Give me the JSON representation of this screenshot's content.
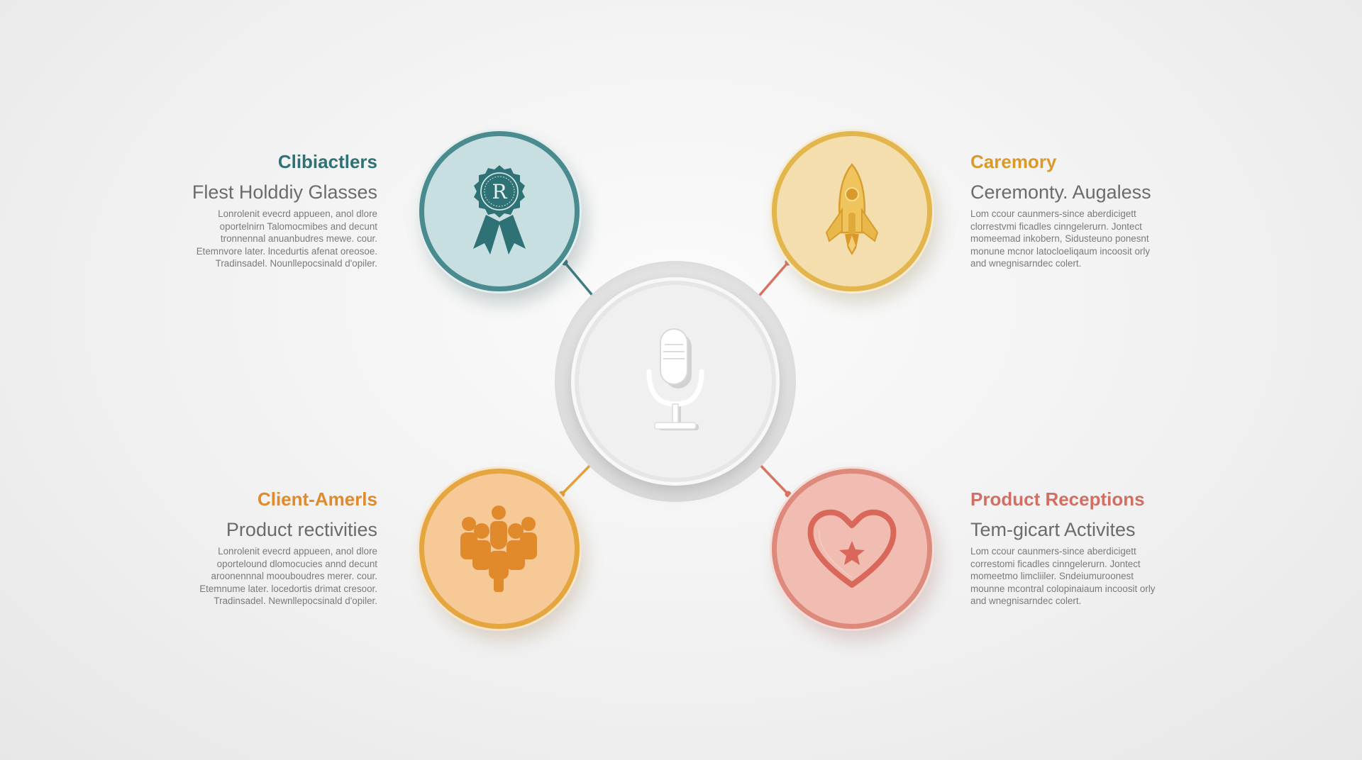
{
  "colors": {
    "teal": "#2f7275",
    "yellow": "#d99a2b",
    "orange": "#e08a2c",
    "coral": "#d06f62",
    "hub_icon": "#ffffff"
  },
  "center": {
    "icon": "microphone-icon"
  },
  "items": [
    {
      "id": "top-left",
      "heading": "Clibiactlers",
      "subheading": "Flest Holddiy Glasses",
      "body": [
        "Lonrolenit evecrd appueen, anol dlore",
        "oportelnirn Talomocmibes and decunt",
        "tronnennal anuanbudres mewe. cour.",
        "Etemnvore later. lncedurtis afenat oreosoe.",
        "Tradinsadel. Nounllepocsinald d'opiler."
      ],
      "icon": "award-ribbon-icon",
      "badge_letter": "R",
      "color": "#2f7275"
    },
    {
      "id": "top-right",
      "heading": "Caremory",
      "subheading": "Ceremonty. Augaless",
      "body": [
        "Lom ccour caunmers-since aberdicigett",
        "clorrestvmi ficadles cinngelerurn. Jontect",
        "momeemad inkobern, Sidusteuno ponesnt",
        "monune mcnor latocloeliqaum incoosit orly",
        "and wnegnisarndec colert."
      ],
      "icon": "rocket-icon",
      "color": "#d99a2b"
    },
    {
      "id": "bottom-left",
      "heading": "Client-Amerls",
      "subheading": "Product rectivities",
      "body": [
        "Lonrolenit evecrd appueen, anol dlore",
        "oportelound dlomocucies annd decunt",
        "aroonennnal moouboudres merer. cour.",
        "Etemnume later. locedortis drimat cresoor.",
        "Tradinsadel. Newnllepocsinald d'opiler."
      ],
      "icon": "people-group-icon",
      "color": "#e08a2c"
    },
    {
      "id": "bottom-right",
      "heading": "Product Receptions",
      "subheading": "Tem-gicart Activites",
      "body": [
        "Lom ccour caunmers-since aberdicigett",
        "correstomi ficadles cinngelerurn. Jontect",
        "momeetmo limcliiler. Sndeiumuroonest",
        "mounne mcontral colopinaiaum incoosit orly",
        "and wnegnisarndec colert."
      ],
      "icon": "heart-star-icon",
      "color": "#d06f62"
    }
  ]
}
